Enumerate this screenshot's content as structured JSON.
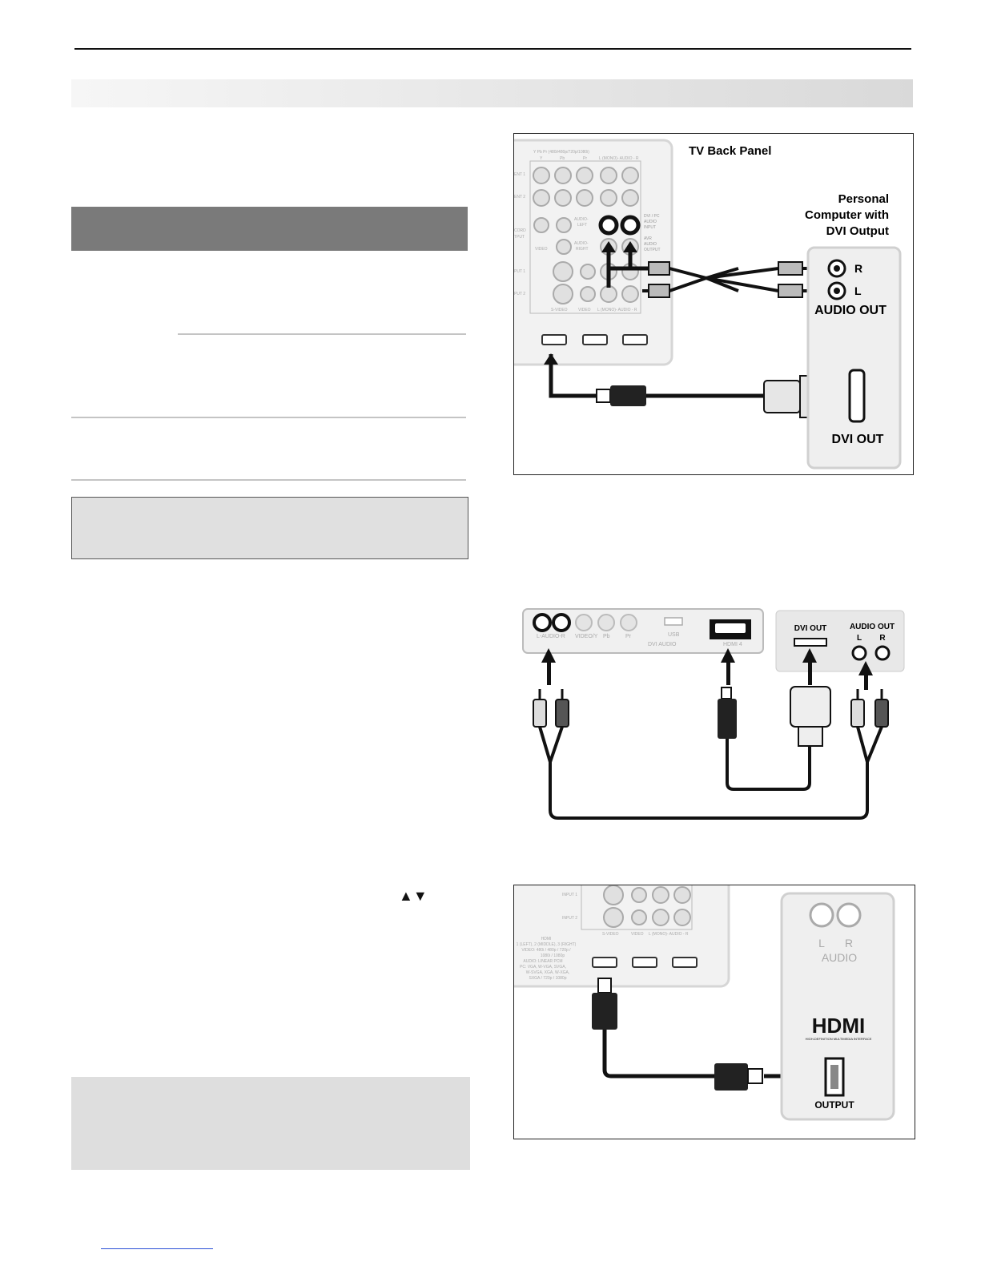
{
  "page": {
    "navigation_arrows": "▲▼"
  },
  "figure1": {
    "tv_back_panel_label": "TV Back Panel",
    "pc_label_line1": "Personal",
    "pc_label_line2": "Computer with",
    "pc_label_line3": "DVI Output",
    "audio_r": "R",
    "audio_l": "L",
    "audio_out": "AUDIO OUT",
    "dvi_out": "DVI OUT",
    "panel_header": "Y Pb Pr (480i/480p/720p/1080i)",
    "col_y": "Y",
    "col_pb": "Pb",
    "col_pr": "Pr",
    "col_audio": "L (MONO)- AUDIO - R",
    "row_ent1": "ENT 1",
    "row_ent2": "ENT 2",
    "row_record": "CORD",
    "row_output": "TPUT",
    "row_input1": "PUT 1",
    "row_input2": "PUT 2",
    "audio_left": "AUDIO-",
    "left": "LEFT",
    "audio_right": "AUDIO-",
    "right": "RIGHT",
    "video": "VIDEO",
    "dvi_pc_audio_1": "DVI / PC",
    "dvi_pc_audio_2": "AUDIO",
    "dvi_pc_audio_3": "INPUT",
    "avr_1": "AVR",
    "avr_2": "AUDIO",
    "avr_3": "OUTPUT",
    "bottom_svideo": "S-VIDEO",
    "bottom_video": "VIDEO",
    "bottom_audio": "L (MONO)- AUDIO - R"
  },
  "figure2": {
    "dvi_out": "DVI OUT",
    "audio_out": "AUDIO OUT",
    "l": "L",
    "r": "R",
    "jack_l_audio_r": "L-AUDIO-R",
    "jack_video_y": "VIDEO/Y",
    "jack_pb": "Pb",
    "jack_pr": "Pr",
    "usb": "USB",
    "dvi_audio": "DVI AUDIO",
    "hdmi4": "HDMI 4"
  },
  "figure3": {
    "input1": "INPUT 1",
    "input2": "INPUT 2",
    "svideo": "S-VIDEO",
    "video": "VIDEO",
    "audio_cols": "L (MONO)- AUDIO - R",
    "hdmi_spec_1": "HDMI",
    "hdmi_spec_2": "1 (LEFT),  2 (MIDDLE),  3 (RIGHT)",
    "hdmi_spec_3": "VIDEO: 480i / 480p / 720p /",
    "hdmi_spec_4": "1080i / 1080p",
    "hdmi_spec_5": "AUDIO: LINEAR PCM",
    "hdmi_spec_6": "PC: VGA, W-VGA, SVGA,",
    "hdmi_spec_7": "W-SVGA, XGA, W-XGA,",
    "hdmi_spec_8": "SXGA / 720p / 1080p",
    "l": "L",
    "r": "R",
    "audio": "AUDIO",
    "hdmi_logo": "HDMI",
    "hdmi_tagline": "HIGH-DEFINITION MULTIMEDIA INTERFACE",
    "output": "OUTPUT"
  }
}
